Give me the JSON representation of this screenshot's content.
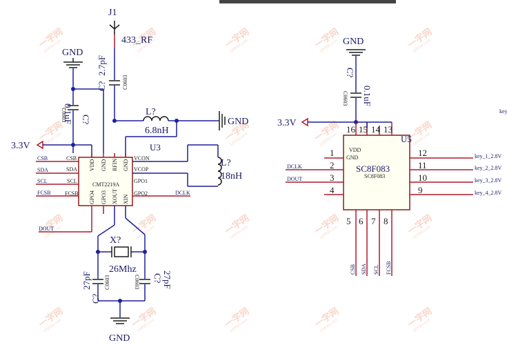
{
  "watermark": {
    "text": "一字网",
    "sub": "1ZIFSD.com"
  },
  "left": {
    "connector": {
      "ref": "J1",
      "net": "433_RF"
    },
    "gnd_top": "GND",
    "gnd_bottom": "GND",
    "gnd_right": "GND",
    "power": "3.3V",
    "cap_dec": {
      "ref": "C?",
      "value": "0.1uF",
      "pkg": "C0603"
    },
    "cap_rf": {
      "ref": "C?",
      "value": "2.7pF",
      "pkg": "C0603"
    },
    "ind_l1": {
      "ref": "L?",
      "value": "6.8nH"
    },
    "ind_l2": {
      "ref": "L?",
      "value": "18nH"
    },
    "crystal": {
      "ref": "X?",
      "value": "26Mhz"
    },
    "cap_x1": {
      "ref": "C?",
      "value": "27pF",
      "pkg": "C0603"
    },
    "cap_x2": {
      "ref": "C?",
      "value": "27pF",
      "pkg": "C0603"
    },
    "ic": {
      "ref": "U3",
      "part": "CMT2219A",
      "left_pins": [
        "CSB",
        "SDA",
        "SCL",
        "FCSB"
      ],
      "top_pins": [
        "VDD",
        "GND",
        "RFIN",
        "GND"
      ],
      "right_pins": [
        "VCON",
        "VCOP",
        "GPO1",
        "GPO2"
      ],
      "bottom_pins": [
        "GPO4",
        "GPO3",
        "XOUT",
        "XIN"
      ]
    },
    "nets_left": [
      "CSB",
      "SDA",
      "SCL",
      "FCSB"
    ],
    "net_dout": "DOUT",
    "net_dclk": "DCLK"
  },
  "right": {
    "gnd": "GND",
    "power": "3.3V",
    "cap": {
      "ref": "C?",
      "value": "0.1uF",
      "pkg": "C0603"
    },
    "ic": {
      "ref": "U5",
      "part": "SC8F083",
      "sub": "SC8F083",
      "vdd": "VDD",
      "gnd": "GND",
      "top_pins": [
        "16",
        "15",
        "14",
        "13"
      ],
      "left_pins": [
        "1",
        "2",
        "3",
        "4"
      ],
      "right_pins": [
        "12",
        "11",
        "10",
        "9"
      ],
      "bottom_pins": [
        "5",
        "6",
        "7",
        "8"
      ]
    },
    "left_nets": [
      "DCLK",
      "DOUT"
    ],
    "right_nets": [
      "key_1_2.8V",
      "key_2_2.8V",
      "key_3_2.8V",
      "key_4_2.8V"
    ],
    "bottom_nets": [
      "CSB",
      "SDA",
      "SCL",
      "FCSB"
    ],
    "edge_net": "key"
  }
}
